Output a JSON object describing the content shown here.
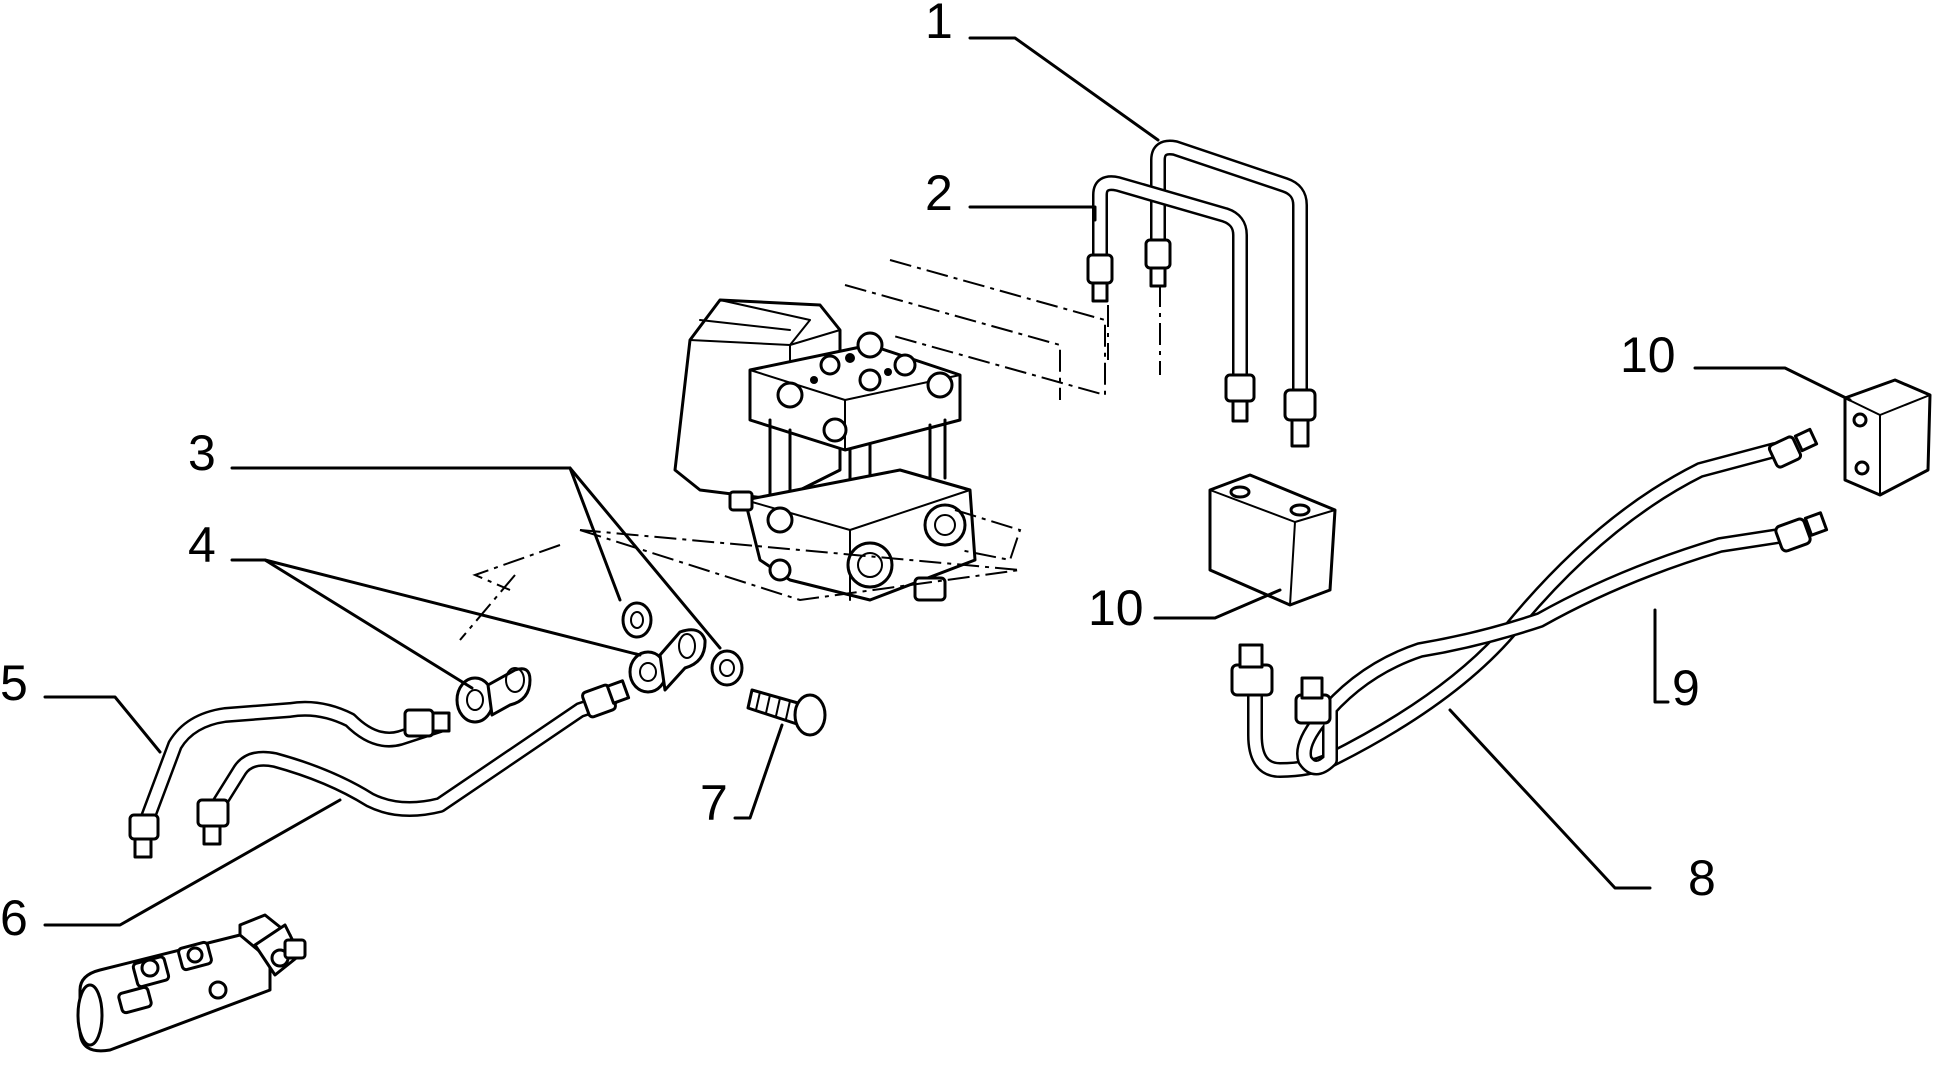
{
  "callouts": {
    "c1": "1",
    "c2": "2",
    "c3": "3",
    "c4": "4",
    "c5": "5",
    "c6": "6",
    "c7": "7",
    "c8": "8",
    "c9": "9",
    "c10a": "10",
    "c10b": "10"
  },
  "parts": [
    "brake-pipe-1",
    "brake-pipe-2",
    "sealing-washer-3",
    "banjo-union-4",
    "brake-pipe-5",
    "brake-pipe-6",
    "banjo-bolt-7",
    "brake-pipe-8",
    "brake-pipe-9",
    "connector-block-10",
    "abs-hydraulic-unit",
    "master-cylinder"
  ]
}
